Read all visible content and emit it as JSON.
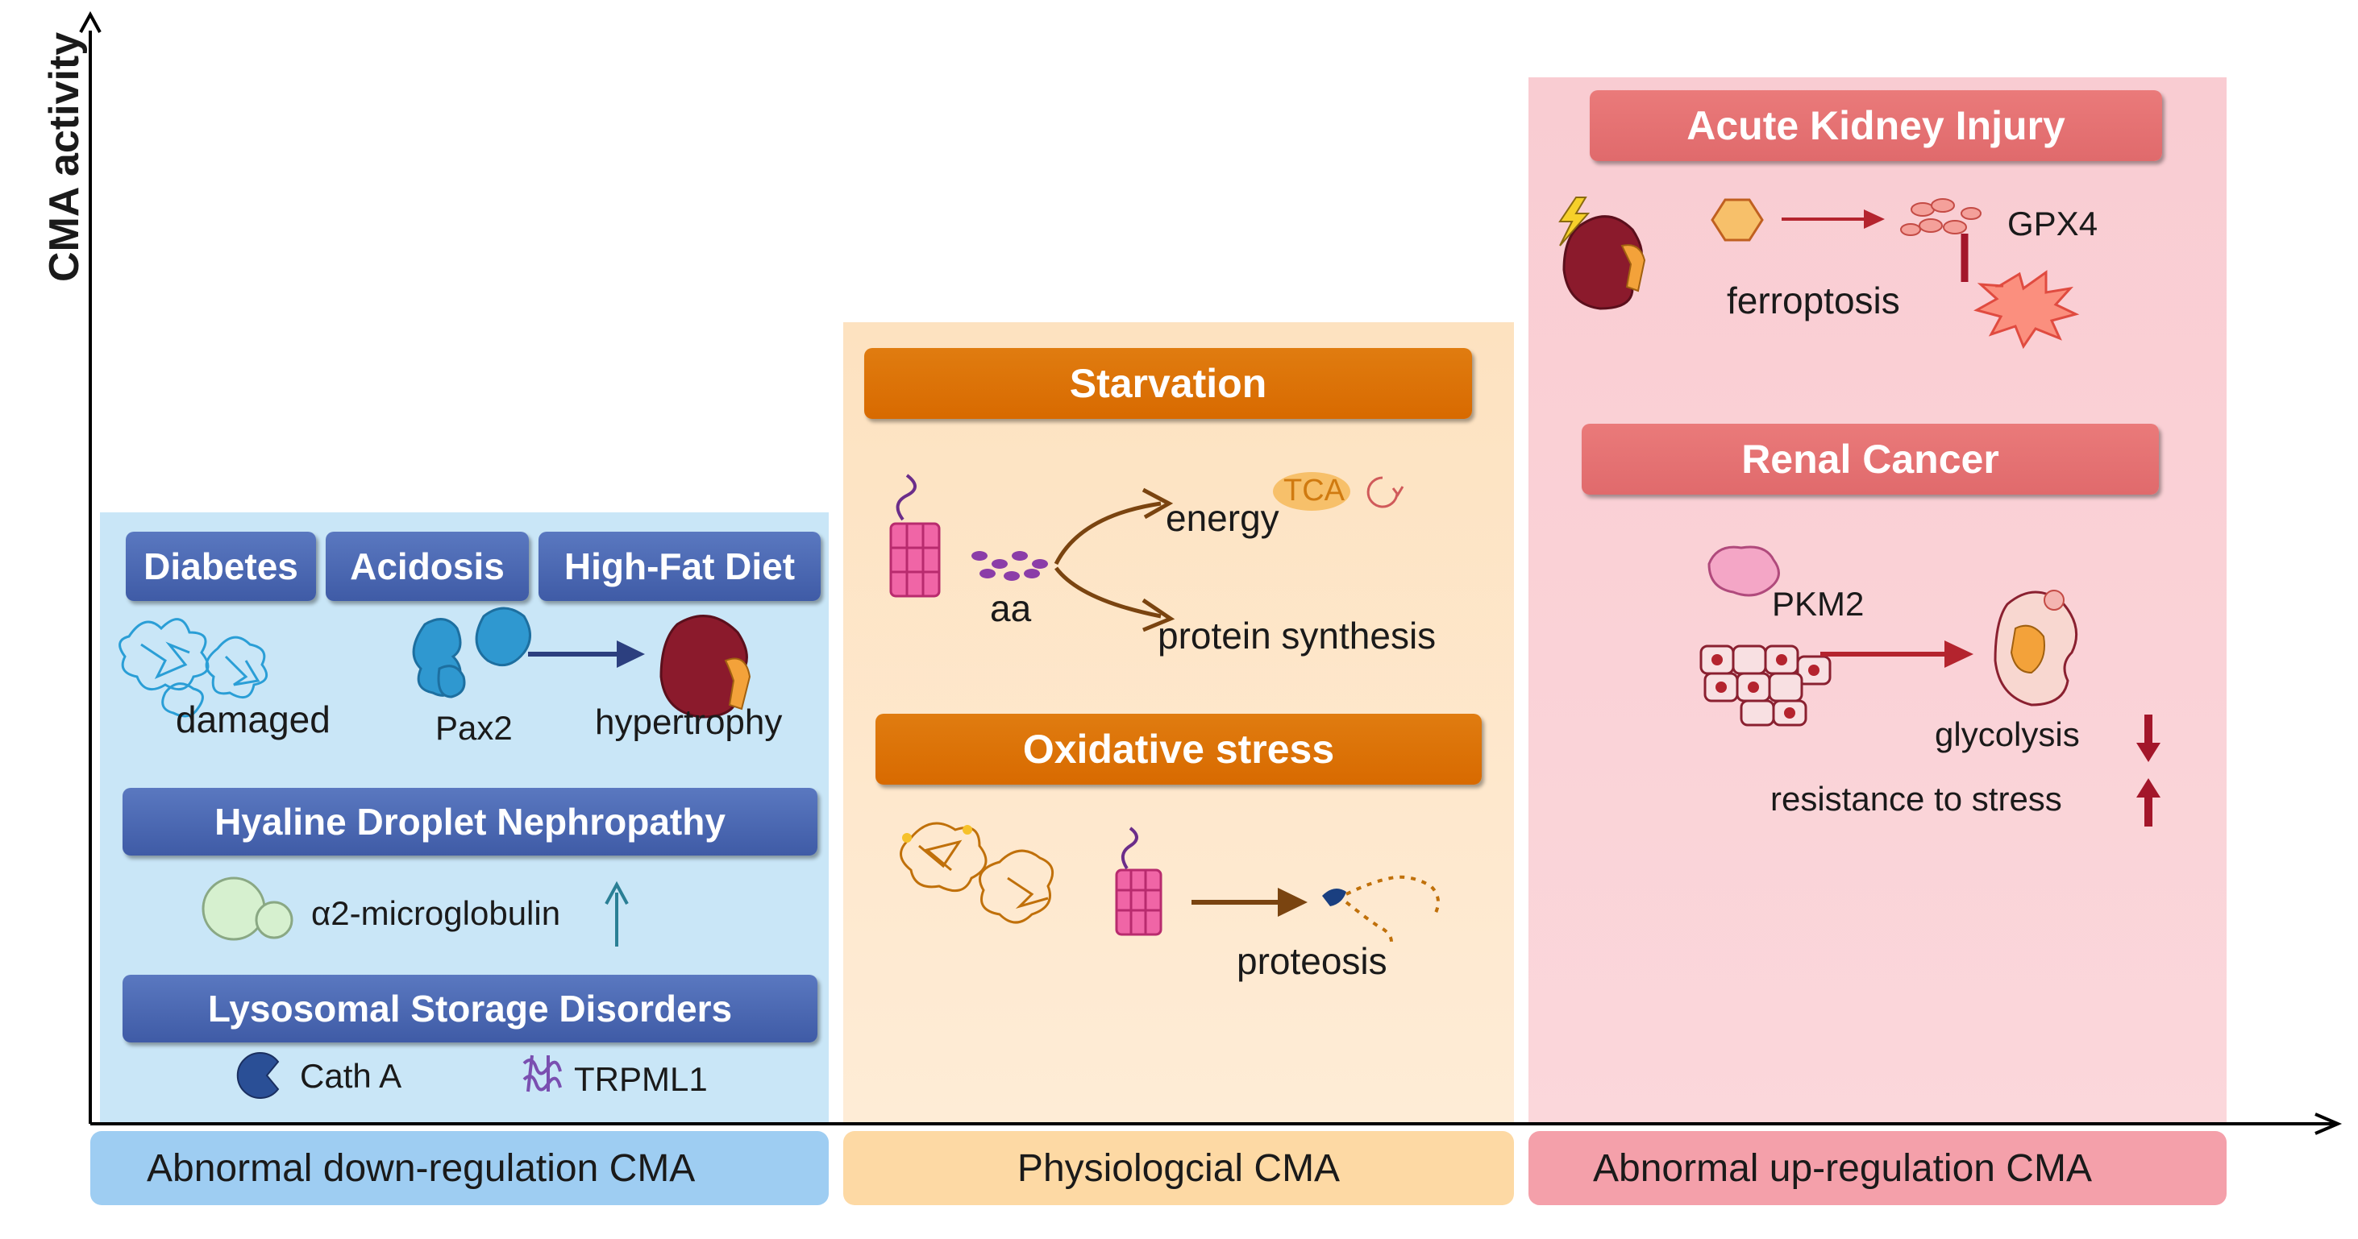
{
  "axis": {
    "ylabel": "CMA activity"
  },
  "left": {
    "headers": [
      "Diabetes",
      "Acidosis",
      "High-Fat Diet"
    ],
    "damaged": "damaged",
    "pax2": "Pax2",
    "hypertrophy": "hypertrophy",
    "hyaline": "Hyaline Droplet Nephropathy",
    "microglobulin": "α2-microglobulin",
    "lysosomal": "Lysosomal Storage Disorders",
    "cath": "Cath A",
    "trpml": "TRPML1"
  },
  "middle": {
    "starvation": "Starvation",
    "tca": "TCA",
    "energy": "energy",
    "aa": "aa",
    "protein_synthesis": "protein synthesis",
    "oxidative": "Oxidative stress",
    "proteosis": "proteosis"
  },
  "right": {
    "aki": "Acute Kidney Injury",
    "gpx4": "GPX4",
    "ferroptosis": "ferroptosis",
    "renal_cancer": "Renal Cancer",
    "pkm2": "PKM2",
    "glycolysis": "glycolysis",
    "resistance": "resistance to stress"
  },
  "footer": {
    "down": "Abnormal down-regulation CMA",
    "phys": "Physiologcial CMA",
    "up": "Abnormal up-regulation CMA"
  },
  "colors": {
    "blue_panel": "#c9e6f7",
    "orange_panel": "#fde8cc",
    "pink_panel": "#fad4d8",
    "blue_header": "#4a66b0",
    "orange_header": "#dd7000",
    "red_header": "#e46f70",
    "down_arrow": "#1f5fa8",
    "up_arrow": "#a3162a"
  }
}
